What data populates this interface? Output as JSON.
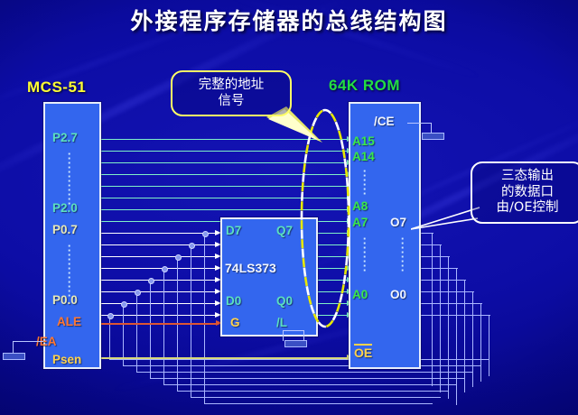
{
  "page": {
    "title": "外接程序存储器的总线结构图",
    "background_color": "#0d0da6",
    "title_color": "#ffffff"
  },
  "blocks": {
    "mcu": {
      "title": "MCS-51",
      "title_color": "#ffff33",
      "pins": [
        {
          "label": "P2.7",
          "color": "#5ce0c0"
        },
        {
          "label": "P2.0",
          "color": "#5ce0c0"
        },
        {
          "label": "P0.7",
          "color": "#e9e9b8"
        },
        {
          "label": "P0.0",
          "color": "#e9e9b8"
        },
        {
          "label": "ALE",
          "color": "#ff7733"
        },
        {
          "label": "/EA",
          "color": "#ff7733"
        },
        {
          "label": "Psen",
          "color": "#ffd24d"
        }
      ]
    },
    "latch": {
      "title": "74LS373",
      "title_color": "#e9f0ff",
      "pins_left": [
        {
          "label": "D7",
          "color": "#5ce0c0"
        },
        {
          "label": "D0",
          "color": "#5ce0c0"
        },
        {
          "label": "G",
          "color": "#ffd24d"
        }
      ],
      "pins_right": [
        {
          "label": "Q7",
          "color": "#5ce0c0"
        },
        {
          "label": "Q0",
          "color": "#5ce0c0"
        },
        {
          "label": "/L",
          "color": "#5ce0c0"
        }
      ]
    },
    "rom": {
      "title": "64K ROM",
      "title_color": "#22dd44",
      "enable_pin": "/CE",
      "pins_addr": [
        {
          "label": "A15",
          "color": "#3ae84a"
        },
        {
          "label": "A14",
          "color": "#3ae84a"
        },
        {
          "label": "A8",
          "color": "#3ae84a"
        },
        {
          "label": "A7",
          "color": "#3ae84a"
        },
        {
          "label": "A0",
          "color": "#3ae84a"
        }
      ],
      "pins_data": [
        {
          "label": "O7",
          "color": "#ffffff"
        },
        {
          "label": "O0",
          "color": "#ffffff"
        }
      ],
      "output_enable": "OE"
    }
  },
  "callouts": [
    {
      "id": "address-signal",
      "lines": [
        "完整的地址",
        "信号"
      ],
      "border_color": "#ffff66",
      "text_color": "#ffffff"
    },
    {
      "id": "tristate-output",
      "lines": [
        "三态输出",
        "的数据口",
        "由/OE控制"
      ],
      "border_color": "#ffffff",
      "text_color": "#ffffff"
    }
  ],
  "wires": {
    "address_bus_color": "#7ff0c8",
    "data_bus_color": "#ffffff",
    "return_bus_color": "#aab6ff",
    "ale_color": "#dd5533",
    "psen_color": "#d8d87a",
    "address_line_count": 8,
    "data_line_count": 8
  },
  "ellipsis_glyph": "·"
}
